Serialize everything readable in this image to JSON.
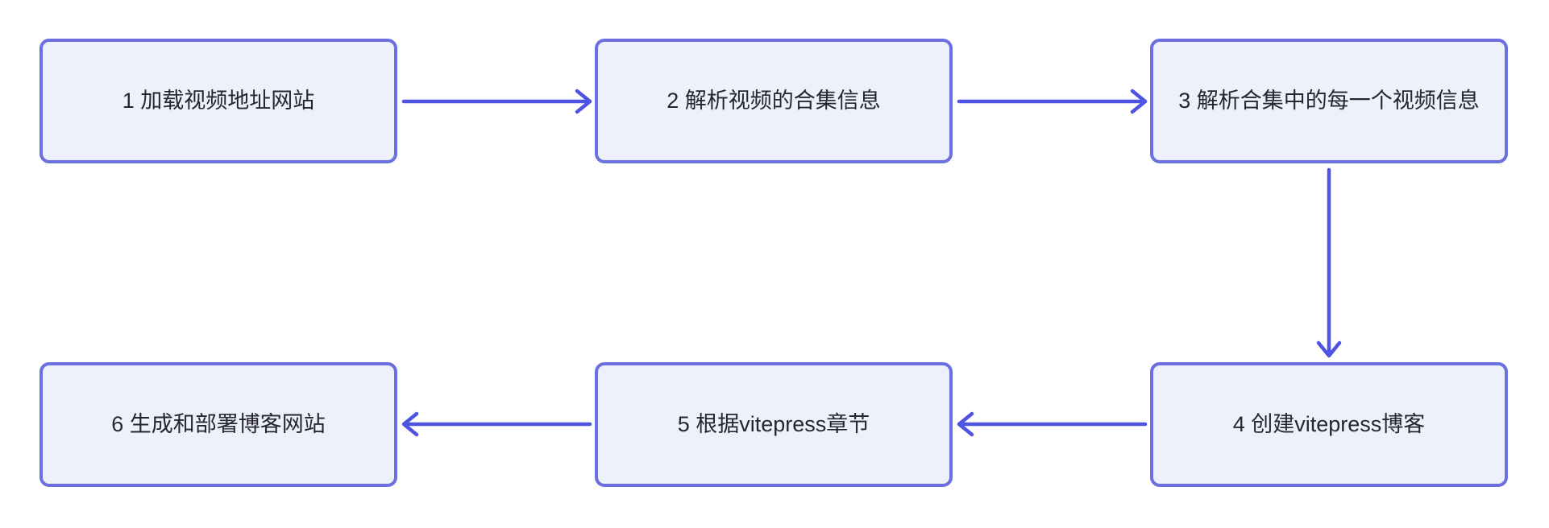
{
  "diagram": {
    "type": "flowchart",
    "direction_note": "top row flows left-to-right, then down, then bottom row flows right-to-left",
    "nodes": [
      {
        "id": "1",
        "label": "1 加载视频地址网站"
      },
      {
        "id": "2",
        "label": "2 解析视频的合集信息"
      },
      {
        "id": "3",
        "label": "3 解析合集中的每一个视频信息"
      },
      {
        "id": "4",
        "label": "4 创建vitepress博客"
      },
      {
        "id": "5",
        "label": "5 根据vitepress章节"
      },
      {
        "id": "6",
        "label": "6 生成和部署博客网站"
      }
    ],
    "edges": [
      {
        "from": "1",
        "to": "2",
        "direction": "right"
      },
      {
        "from": "2",
        "to": "3",
        "direction": "right"
      },
      {
        "from": "3",
        "to": "4",
        "direction": "down"
      },
      {
        "from": "4",
        "to": "5",
        "direction": "left"
      },
      {
        "from": "5",
        "to": "6",
        "direction": "left"
      }
    ],
    "colors": {
      "node_fill": "#eef0fb",
      "node_border": "#6c6fdf",
      "edge": "#4f53e2",
      "text": "#26262e",
      "background": "#ffffff"
    }
  }
}
